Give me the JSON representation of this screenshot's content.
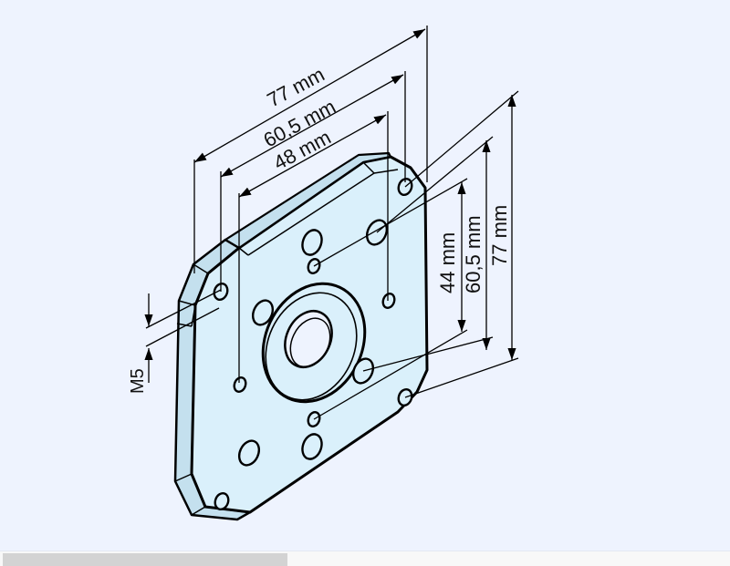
{
  "drawing": {
    "subject": "mounting-plate",
    "horizontal_dimensions": [
      {
        "label": "77 mm"
      },
      {
        "label": "60,5 mm"
      },
      {
        "label": "48 mm"
      }
    ],
    "vertical_dimensions": [
      {
        "label": "44 mm"
      },
      {
        "label": "60,5 mm"
      },
      {
        "label": "77 mm"
      }
    ],
    "thread_label": "M5",
    "colors": {
      "background": "#eef3fe",
      "plate_fill": "#daf0fb",
      "plate_edge": "#c4e0ee",
      "line": "#000000"
    }
  },
  "scrollbar": {
    "thumb_color": "#d3d3d3"
  }
}
